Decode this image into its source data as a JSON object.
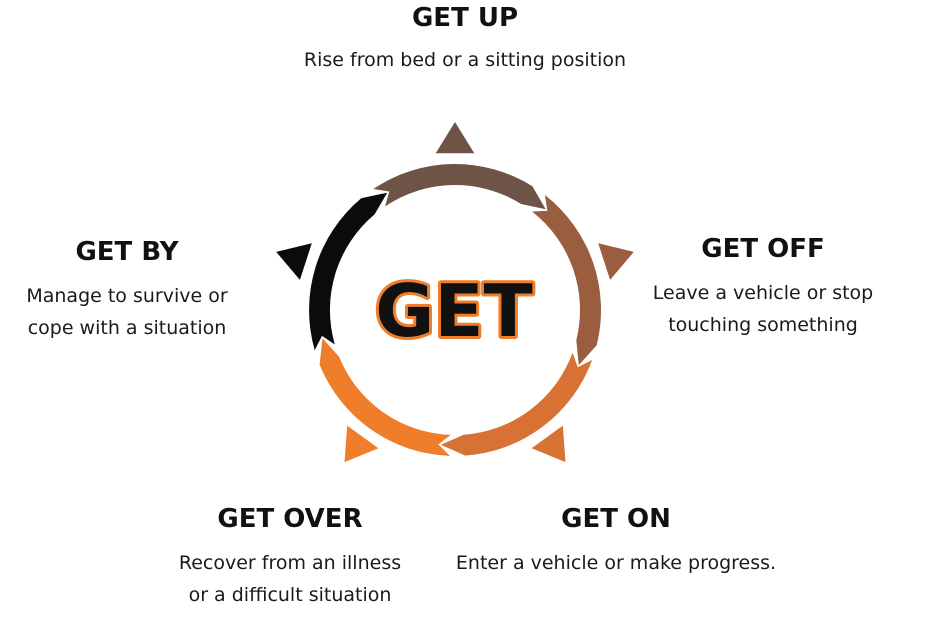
{
  "center_label": "GET",
  "colors": {
    "get_up": "#6e5446",
    "get_off": "#9a5d3e",
    "get_on": "#d77234",
    "get_over": "#f07d2a",
    "get_by": "#0b0b0b",
    "center_fill": "#111111",
    "center_outline": "#f07d2a"
  },
  "nodes": [
    {
      "id": "get_up",
      "title": "GET UP",
      "lines": [
        "Rise from bed or a sitting position"
      ]
    },
    {
      "id": "get_off",
      "title": "GET OFF",
      "lines": [
        "Leave a vehicle or stop",
        "touching something"
      ]
    },
    {
      "id": "get_on",
      "title": "GET ON",
      "lines": [
        "Enter a vehicle or make progress."
      ]
    },
    {
      "id": "get_over",
      "title": "GET OVER",
      "lines": [
        "Recover from an illness",
        "or a difficult situation"
      ]
    },
    {
      "id": "get_by",
      "title": "GET BY",
      "lines": [
        "Manage to survive or",
        "cope with a situation"
      ]
    }
  ]
}
